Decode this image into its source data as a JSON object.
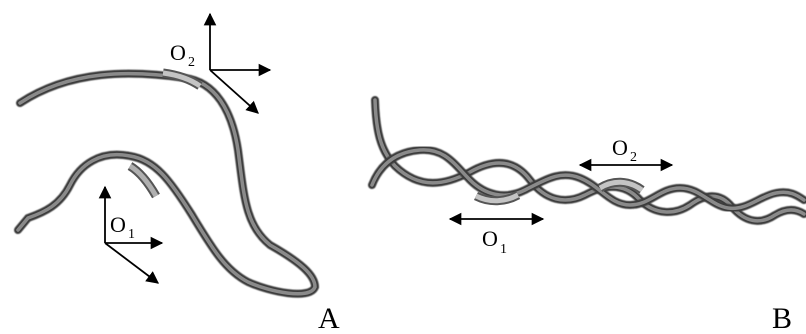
{
  "panel_a": {
    "label": "A",
    "marker_1": {
      "letter": "O",
      "index": "1"
    },
    "marker_2": {
      "letter": "O",
      "index": "2"
    }
  },
  "panel_b": {
    "label": "B",
    "marker_1": {
      "letter": "O",
      "index": "1"
    },
    "marker_2": {
      "letter": "O",
      "index": "2"
    }
  },
  "colors": {
    "strand": "#6d6d6d",
    "strand_edge": "#3a3a3a",
    "segment": "#a9a9a9",
    "axis": "#000000"
  }
}
